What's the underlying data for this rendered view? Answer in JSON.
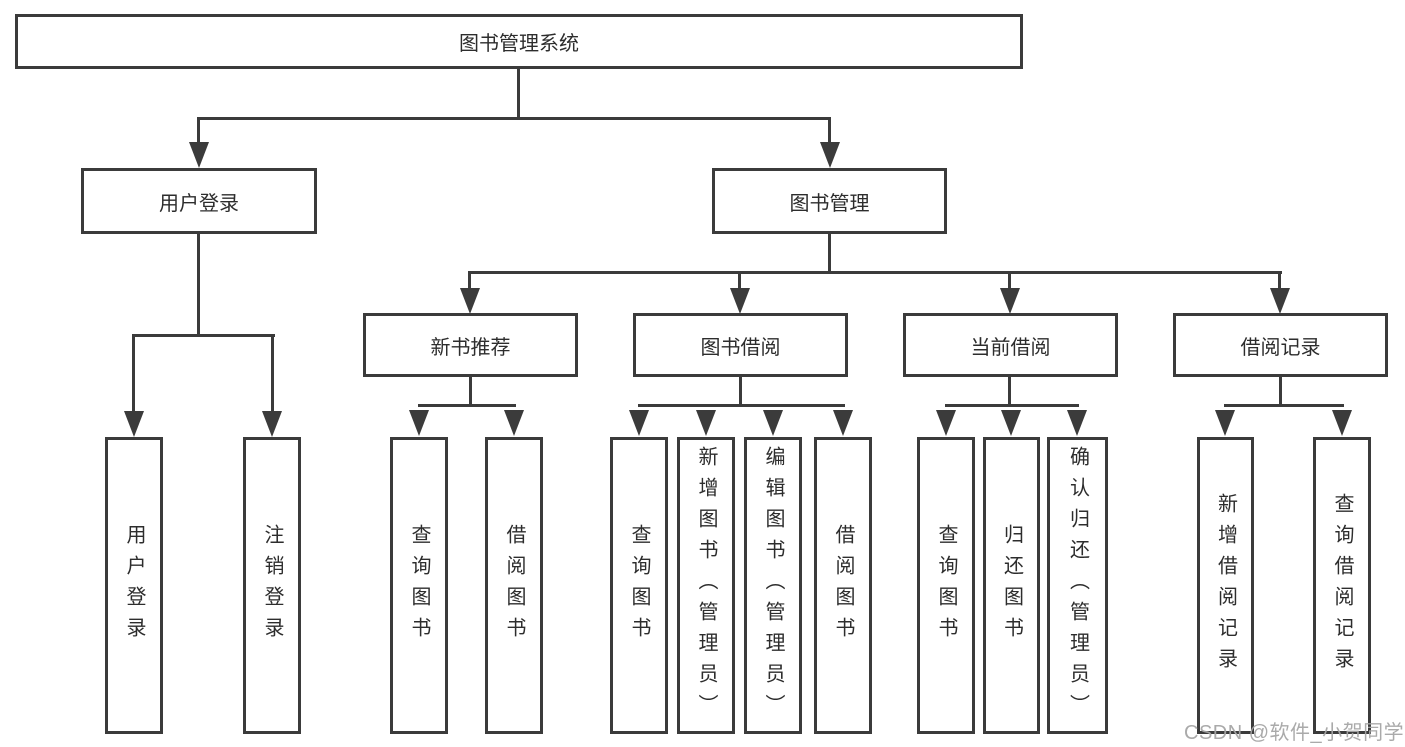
{
  "diagram": {
    "nodes": {
      "root": "图书管理系统",
      "user_login": "用户登录",
      "book_mgmt": "图书管理",
      "new_books": "新书推荐",
      "borrowing": "图书借阅",
      "current": "当前借阅",
      "records": "借阅记录"
    },
    "leaves": {
      "user_login": [
        "用户登录",
        "注销登录"
      ],
      "new_books": [
        "查询图书",
        "借阅图书"
      ],
      "borrowing": [
        "查询图书",
        "新增图书（管理员）",
        "编辑图书（管理员）",
        "借阅图书"
      ],
      "current": [
        "查询图书",
        "归还图书",
        "确认归还（管理员）"
      ],
      "records": [
        "新增借阅记录",
        "查询借阅记录"
      ]
    },
    "colors": {
      "line": "#3b3b3b",
      "text": "#2d2d2d",
      "watermark": "#a5a5a5",
      "background": "#ffffff"
    }
  },
  "watermark": {
    "text": "CSDN @软件_小贺同学"
  }
}
